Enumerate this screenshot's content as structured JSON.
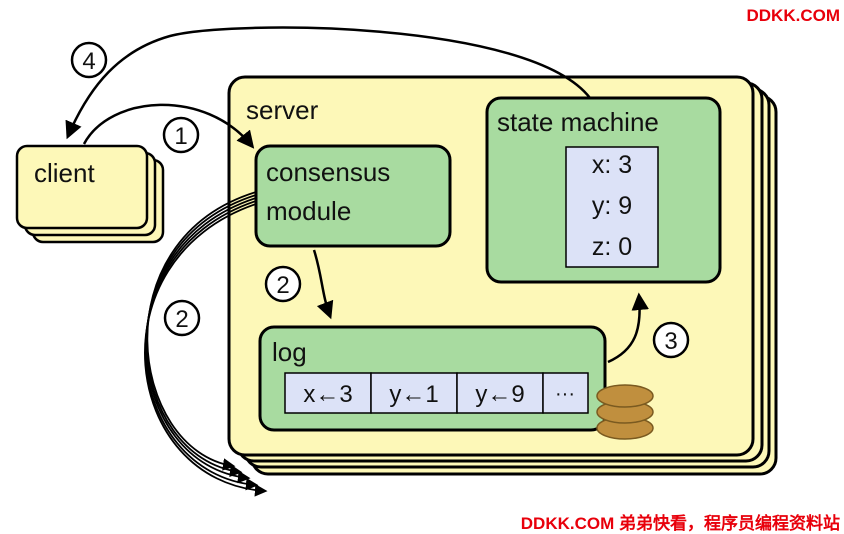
{
  "watermark": {
    "top": "DDKK.COM",
    "bottom": "DDKK.COM 弟弟快看，程序员编程资料站"
  },
  "client": {
    "label": "client"
  },
  "server": {
    "label": "server"
  },
  "consensus": {
    "line1": "consensus",
    "line2": "module"
  },
  "state_machine": {
    "title": "state machine",
    "vars": [
      "x: 3",
      "y: 9",
      "z: 0"
    ]
  },
  "log": {
    "label": "log",
    "entries": [
      "x←3",
      "y←1",
      "y←9",
      "···"
    ]
  },
  "steps": {
    "client_to_consensus": "1",
    "consensus_to_log": "2",
    "replicate_to_peers": "2",
    "log_to_state_machine": "3",
    "state_machine_to_client": "4"
  },
  "colors": {
    "server_fill": "#fdf8b8",
    "green_box": "#a8dba0",
    "var_box": "#dce2f7",
    "client_fill": "#fdf8b8",
    "disk": "#c08f3e",
    "watermark": "#e8000b"
  }
}
